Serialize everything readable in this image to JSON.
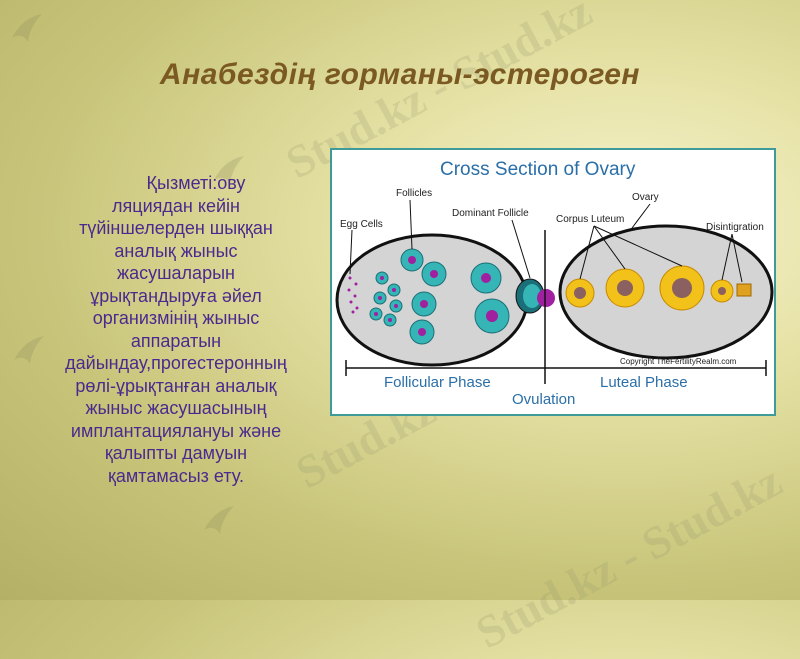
{
  "slide": {
    "title": "Анабездің горманы-эстероген",
    "body_lines": [
      "Қызметі:ову",
      "ляциядан кейін",
      "түйіншелерден шыққан",
      "аналық жыныс",
      "жасушаларын",
      "ұрықтандыруға әйел",
      "организмінің жыныс",
      "аппаратын",
      "дайындау,прогестеронның",
      "рөлі-ұрықтанған аналық",
      "жыныс жасушасының",
      "имплантациялануы және",
      "қалыпты дамуын",
      "қамтамасыз ету."
    ],
    "watermark": "Stud.kz - Stud.kz"
  },
  "diagram": {
    "title": "Cross Section of Ovary",
    "labels": {
      "egg_cells": "Egg Cells",
      "follicles": "Follicles",
      "dominant_follicle": "Dominant Follicle",
      "corpus_luteum": "Corpus Luteum",
      "ovary": "Ovary",
      "disintegration": "Disintigration"
    },
    "copyright": "Copyright TheFertilityRealm.com",
    "phases": {
      "follicular": "Follicular Phase",
      "ovulation": "Ovulation",
      "luteal": "Luteal Phase"
    },
    "colors": {
      "title_blue": "#2a6fa8",
      "text_purple": "#4b2a8f",
      "heading_brown": "#7a5a22",
      "follicle_teal": "#35b5b5",
      "egg_purple": "#a020a0",
      "corpus_yellow": "#f2c21a"
    }
  }
}
